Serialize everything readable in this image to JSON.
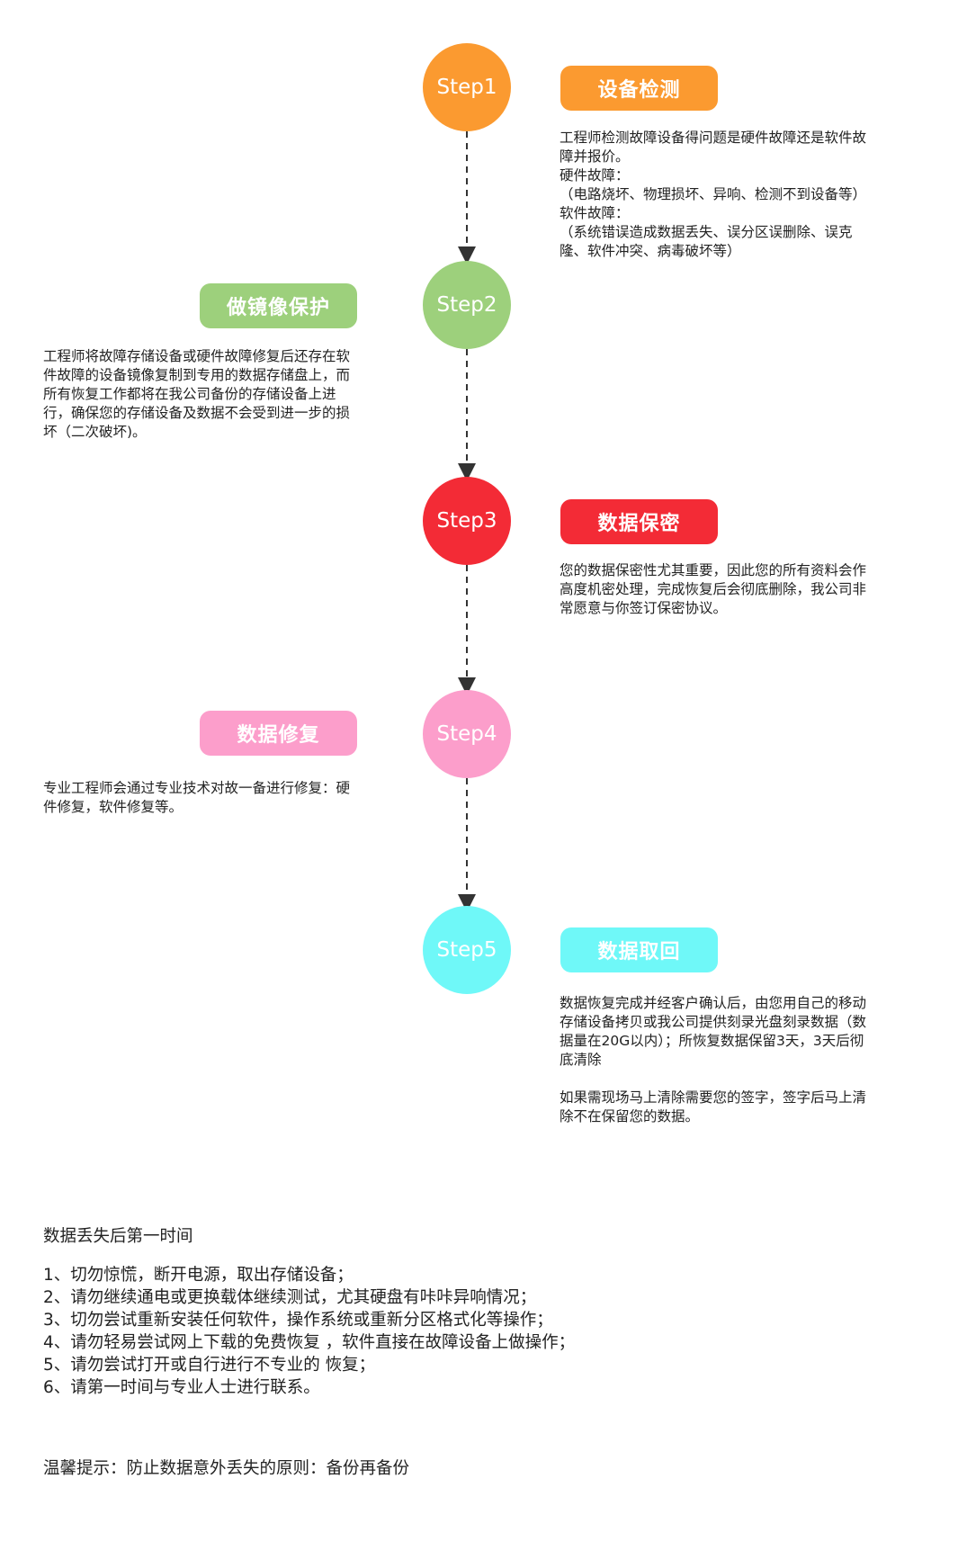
{
  "steps": [
    {
      "label": "Step1",
      "color": "#fb9a30",
      "title": "设备检测",
      "title_color": "#fb9a30",
      "side": "right",
      "description": "工程师检测故障设备得问题是硬件故障还是软件故\n障并报价。\n硬件故障：\n（电路烧坏、物理损坏、异响、检测不到设备等）\n软件故障：\n（系统错误造成数据丢失、误分区误删除、误克\n隆、软件冲突、病毒破坏等）"
    },
    {
      "label": "Step2",
      "color": "#9dd07c",
      "title": "做镜像保护",
      "title_color": "#9dd07c",
      "side": "left",
      "description": "工程师将故障存储设备或硬件故障修复后还存在软\n件故障的设备镜像复制到专用的数据存储盘上，而\n所有恢复工作都将在我公司备份的存储设备上进\n行，确保您的存储设备及数据不会受到进一步的损\n坏（二次破坏)。"
    },
    {
      "label": "Step3",
      "color": "#f32b36",
      "title": "数据保密",
      "title_color": "#f32b36",
      "side": "right",
      "description": "您的数据保密性尤其重要，因此您的所有资料会作\n高度机密处理，完成恢复后会彻底删除，我公司非\n常愿意与你签订保密协议。"
    },
    {
      "label": "Step4",
      "color": "#fc9ecb",
      "title": "数据修复",
      "title_color": "#fc9ecb",
      "side": "left",
      "description": "专业工程师会通过专业技术对故一备进行修复：硬\n件修复，软件修复等。"
    },
    {
      "label": "Step5",
      "color": "#6ff8f8",
      "title": "数据取回",
      "title_color": "#6ff8f8",
      "side": "right",
      "description": "数据恢复完成并经客户确认后，由您用自己的移动\n存储设备拷贝或我公司提供刻录光盘刻录数据（数\n据量在20G以内）；所恢复数据保留3天，3天后彻\n底清除\n\n如果需现场马上清除需要您的签字，签字后马上清\n除不在保留您的数据。"
    }
  ],
  "connector_color": "#333333",
  "first_time": {
    "heading": "数据丢失后第一时间",
    "items": [
      "1、切勿惊慌，断开电源，取出存储设备；",
      "2、请勿继续通电或更换载体继续测试，尤其硬盘有咔咔异响情况；",
      "3、切勿尝试重新安装任何软件，操作系统或重新分区格式化等操作；",
      "4、请勿轻易尝试网上下载的免费恢复 ，软件直接在故障设备上做操作；",
      "5、请勿尝试打开或自行进行不专业的 恢复；",
      "6、请第一时间与专业人士进行联系。"
    ]
  },
  "warm_tip": "温馨提示：防止数据意外丢失的原则：备份再备份"
}
